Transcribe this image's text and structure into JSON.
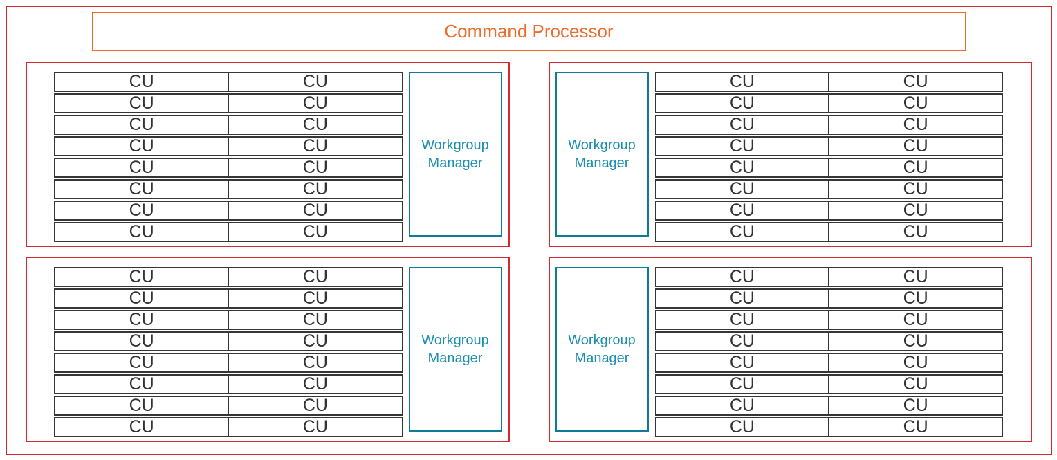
{
  "command_processor": {
    "label": "Command Processor"
  },
  "quadrants": [
    {
      "position": "top-left",
      "manager_side": "right",
      "manager_label": "Workgroup Manager",
      "cu_label": "CU",
      "rows": 8,
      "columns": 2,
      "cu_count": 16
    },
    {
      "position": "top-right",
      "manager_side": "left",
      "manager_label": "Workgroup Manager",
      "cu_label": "CU",
      "rows": 8,
      "columns": 2,
      "cu_count": 16
    },
    {
      "position": "bottom-left",
      "manager_side": "right",
      "manager_label": "Workgroup Manager",
      "cu_label": "CU",
      "rows": 8,
      "columns": 2,
      "cu_count": 16
    },
    {
      "position": "bottom-right",
      "manager_side": "left",
      "manager_label": "Workgroup Manager",
      "cu_label": "CU",
      "rows": 8,
      "columns": 2,
      "cu_count": 16
    }
  ],
  "colors": {
    "red": "#d42a2f",
    "orange": "#ed6c2c",
    "teal_border": "#0e7c96",
    "teal_text": "#1a8fb0",
    "cu_border": "#363636",
    "cu_text": "#333333"
  }
}
